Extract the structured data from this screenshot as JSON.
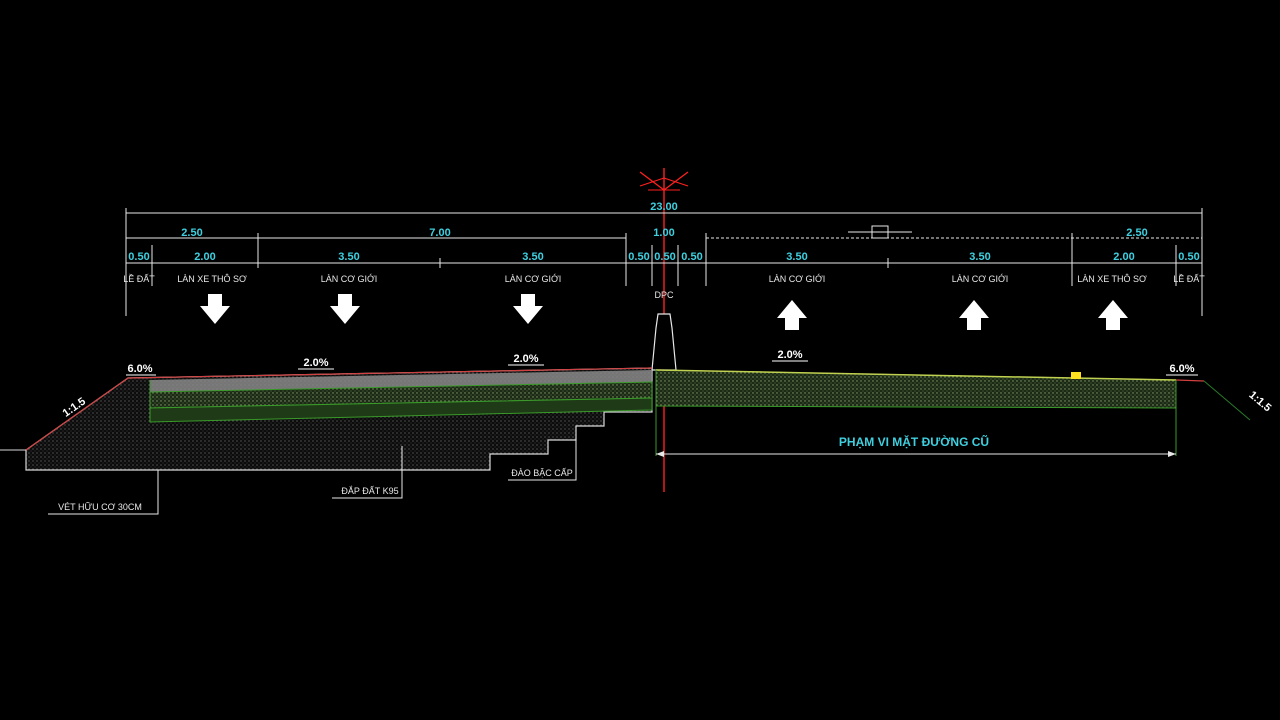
{
  "drawing": {
    "title_total": "23.00",
    "colors": {
      "background": "#000000",
      "dimension_text": "#3fd0e0",
      "dimension_line": "#e8e8e8",
      "centerline": "#ff2020",
      "fill_green": "#3a7a2a",
      "pavement_grey": "#8a8a8a"
    },
    "dims_top": {
      "left_outer": "2.50",
      "left_lanes": "7.00",
      "median": "1.00",
      "right_outer": "2.50"
    },
    "dims_row2": {
      "l_shoulder": "0.50",
      "l_mixed": "2.00",
      "l_lane1": "3.50",
      "l_lane2": "3.50",
      "med_a": "0.50",
      "med_b": "0.50",
      "med_c": "0.50",
      "r_lane1": "3.50",
      "r_lane2": "3.50",
      "r_mixed": "2.00",
      "r_shoulder": "0.50"
    },
    "lane_labels": {
      "l_shoulder": "LỀ ĐẤT",
      "l_mixed": "LÀN XE THÔ SƠ",
      "l_lane1": "LÀN CƠ GIỚI",
      "l_lane2": "LÀN CƠ GIỚI",
      "median": "DPC",
      "r_lane1": "LÀN CƠ GIỚI",
      "r_lane2": "LÀN CƠ GIỚI",
      "r_mixed": "LÀN XE THÔ SƠ",
      "r_shoulder": "LỀ ĐẤT"
    },
    "grades": {
      "left_edge": "6.0%",
      "left_mid": "2.0%",
      "left_inner": "2.0%",
      "right_inner": "2.0%",
      "right_edge": "6.0%",
      "left_slope": "1:1.5",
      "right_slope": "1:1.5"
    },
    "callouts": {
      "existing_road": "PHẠM VI MẶT ĐƯỜNG CŨ",
      "organic_strip": "VÉT HỮU CƠ 30CM",
      "fill_soil": "ĐẮP ĐẤT K95",
      "bench": "ĐÀO BẬC CẤP"
    },
    "icons": [
      "arrow-down-icon",
      "arrow-up-icon",
      "light-pole-icon"
    ]
  }
}
